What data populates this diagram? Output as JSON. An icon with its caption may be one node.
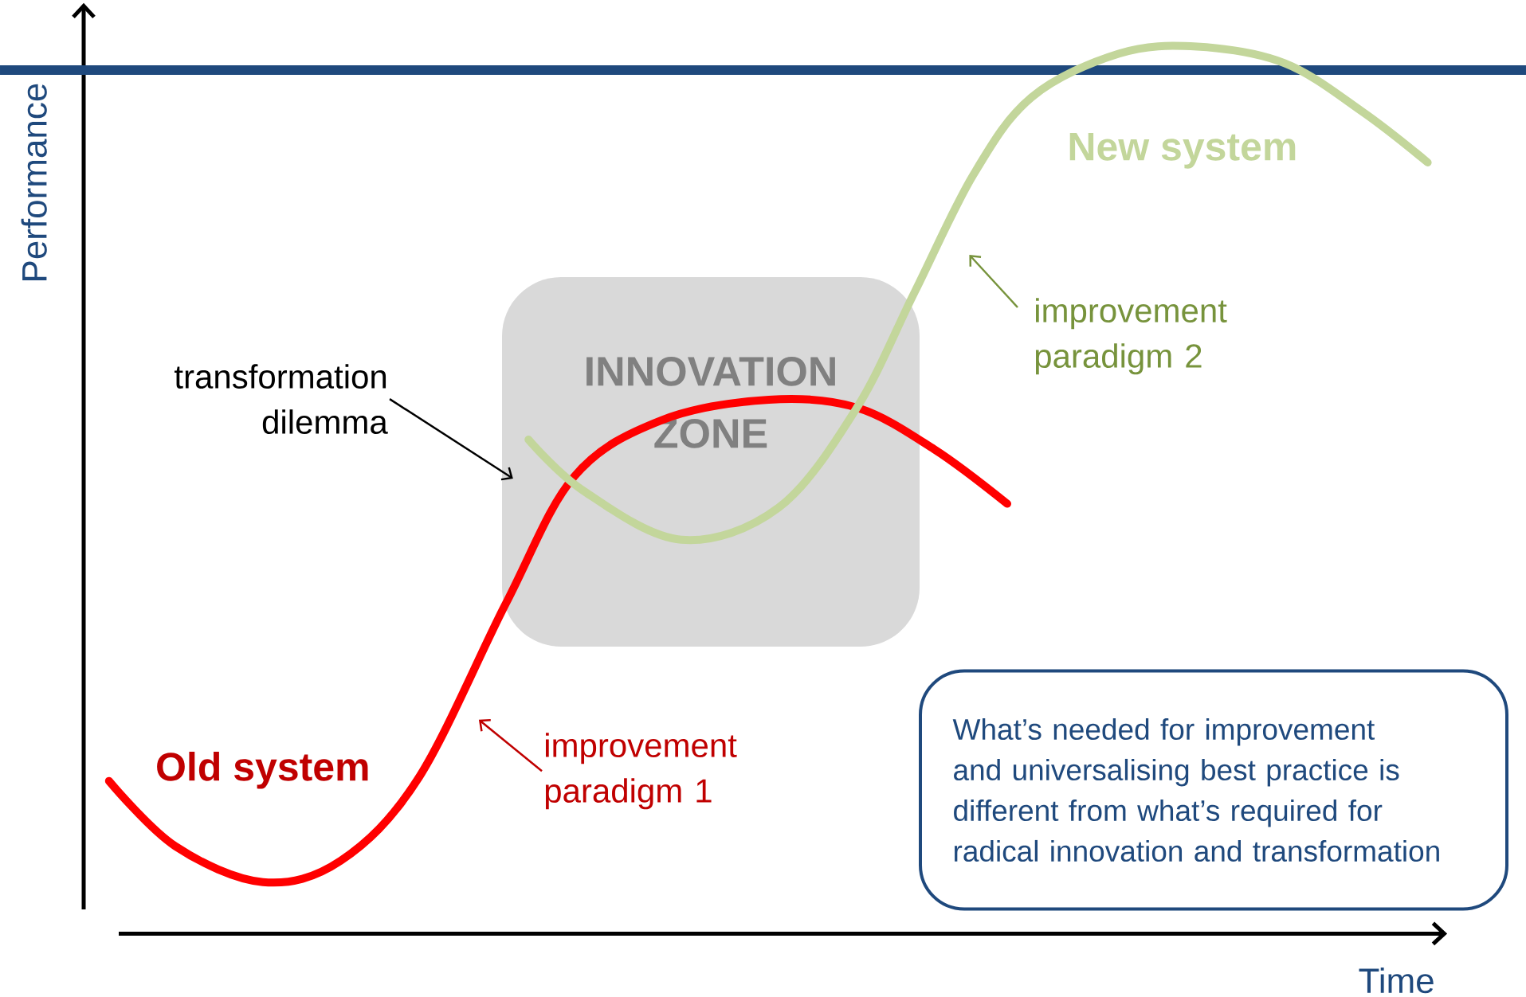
{
  "diagram": {
    "nodes": [
      {
        "text": [
          "INNOVATION ZONE"
        ]
      },
      {
        "text": [
          "improvement paradigm 2"
        ]
      },
      {
        "text": [
          "transformation dilemma"
        ]
      },
      {
        "text": [
          "improvement paradigm 1"
        ]
      },
      {
        "text": [
          "What’s needed for improvement and universalising best practice is different from what’s required for radical innovation and transformation"
        ]
      }
    ],
    "edges": [
      {
        "from": 1,
        "to": null,
        "arrow": "to",
        "color": "#77933c"
      },
      {
        "from": 2,
        "to": 0,
        "arrow": "to",
        "color": "#000000"
      },
      {
        "from": 3,
        "to": null,
        "arrow": "to",
        "color": "#c00000"
      }
    ],
    "labels": [
      "Performance",
      "New system",
      "Old system",
      "Time"
    ]
  }
}
